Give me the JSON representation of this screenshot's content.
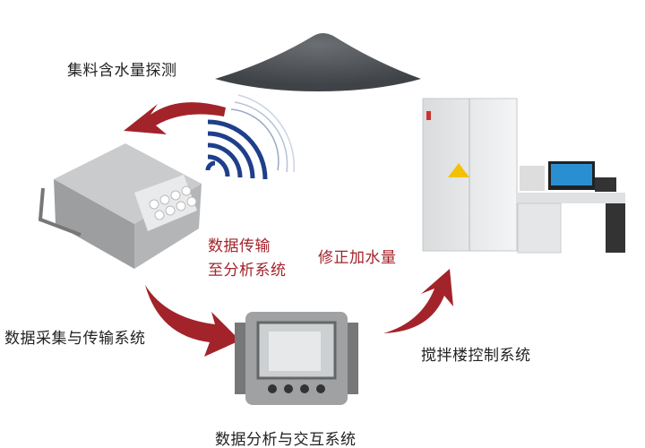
{
  "labels": {
    "moisture_detection": "集料含水量探测",
    "data_transfer_line1": "数据传输",
    "data_transfer_line2": "至分析系统",
    "correct_water": "修正加水量",
    "acquisition_system": "数据采集与传输系统",
    "mixing_control_system": "搅拌楼控制系统",
    "analysis_interaction_system": "数据分析与交互系统"
  },
  "colors": {
    "arrow": "#a3232b",
    "wave": "#1f3f8a",
    "text": "#222222"
  }
}
